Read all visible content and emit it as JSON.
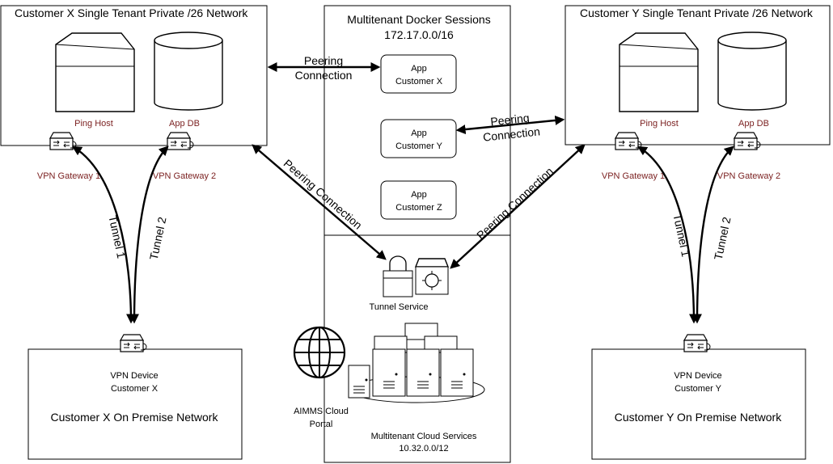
{
  "customer_x_network": {
    "title": "Customer X Single Tenant  Private /26 Network",
    "ping_host": "Ping Host",
    "app_db": "App DB",
    "gateway1": "VPN Gateway 1",
    "gateway2": "VPN Gateway 2"
  },
  "customer_y_network": {
    "title": "Customer Y Single Tenant  Private /26 Network",
    "ping_host": "Ping Host",
    "app_db": "App DB",
    "gateway1": "VPN Gateway 1",
    "gateway2": "VPN Gateway 2"
  },
  "docker_sessions": {
    "title": "Multitenant Docker Sessions",
    "subnet": "172.17.0.0/16",
    "apps": [
      {
        "line1": "App",
        "line2": "Customer X"
      },
      {
        "line1": "App",
        "line2": "Customer Y"
      },
      {
        "line1": "App",
        "line2": "Customer Z"
      }
    ]
  },
  "cloud_services": {
    "tunnel_service": "Tunnel Service",
    "portal_line1": "AIMMS Cloud",
    "portal_line2": "Portal",
    "title": "Multitenant Cloud Services",
    "subnet": "10.32.0.0/12"
  },
  "peering": {
    "x_top_line1": "Peering",
    "x_top_line2": "Connection",
    "y_top_line1": "Peering",
    "y_top_line2": "Connection",
    "x_diag": "Peering Connection",
    "y_diag": "Peering Connection"
  },
  "tunnels": {
    "x_tunnel1": "Tunnel 1",
    "x_tunnel2": "Tunnel 2",
    "y_tunnel1": "Tunnel 1",
    "y_tunnel2": "Tunnel 2"
  },
  "customer_x_premise": {
    "device_line1": "VPN Device",
    "device_line2": "Customer X",
    "title": "Customer X On Premise Network"
  },
  "customer_y_premise": {
    "device_line1": "VPN Device",
    "device_line2": "Customer Y",
    "title": "Customer Y On Premise Network"
  }
}
